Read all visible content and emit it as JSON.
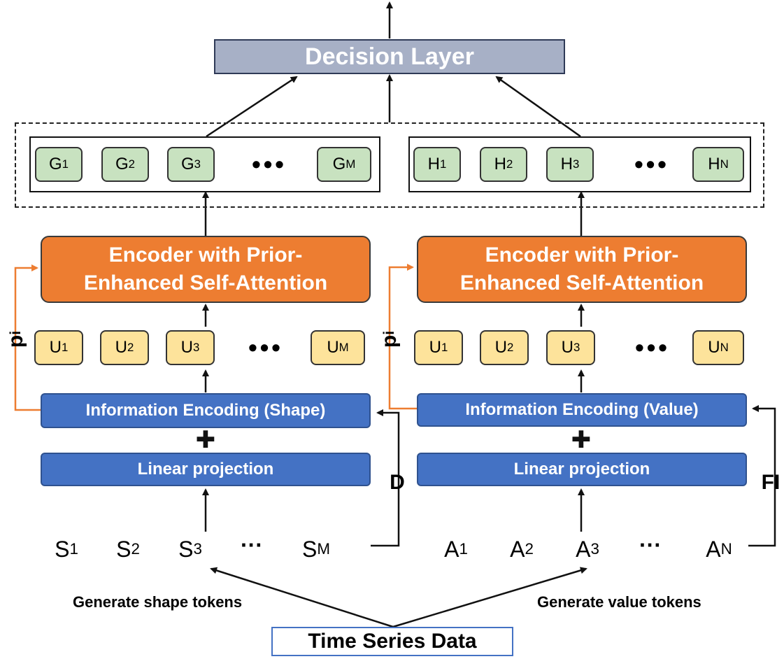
{
  "decision_layer": "Decision Layer",
  "shape_branch": {
    "g_tokens": [
      {
        "base": "G",
        "sub": "1"
      },
      {
        "base": "G",
        "sub": "2"
      },
      {
        "base": "G",
        "sub": "3"
      },
      {
        "base": "G",
        "sub": "M"
      }
    ],
    "g_dots": "•••",
    "encoder": {
      "line1": "Encoder with Prior-",
      "line2": "Enhanced Self-Attention"
    },
    "prior_label": {
      "base": "p",
      "sub": "i"
    },
    "u_tokens": [
      {
        "base": "U",
        "sub": "1"
      },
      {
        "base": "U",
        "sub": "2"
      },
      {
        "base": "U",
        "sub": "3"
      },
      {
        "base": "U",
        "sub": "M"
      }
    ],
    "u_dots": "•••",
    "info_encoding": "Information Encoding (Shape)",
    "plus": "✚",
    "linear_projection": "Linear projection",
    "side_label": "D",
    "seq_tokens": [
      {
        "base": "S",
        "sub": "1"
      },
      {
        "base": "S",
        "sub": "2"
      },
      {
        "base": "S",
        "sub": "3"
      },
      {
        "base": "S",
        "sub": "M"
      }
    ],
    "seq_dots": "···",
    "caption": "Generate shape tokens"
  },
  "value_branch": {
    "h_tokens": [
      {
        "base": "H",
        "sub": "1"
      },
      {
        "base": "H",
        "sub": "2"
      },
      {
        "base": "H",
        "sub": "3"
      },
      {
        "base": "H",
        "sub": "N"
      }
    ],
    "h_dots": "•••",
    "encoder": {
      "line1": "Encoder with Prior-",
      "line2": "Enhanced Self-Attention"
    },
    "prior_label": {
      "base": "p",
      "sub": "i"
    },
    "u_tokens": [
      {
        "base": "U",
        "sub": "1"
      },
      {
        "base": "U",
        "sub": "2"
      },
      {
        "base": "U",
        "sub": "3"
      },
      {
        "base": "U",
        "sub": "N"
      }
    ],
    "u_dots": "•••",
    "info_encoding": "Information Encoding (Value)",
    "plus": "✚",
    "linear_projection": "Linear projection",
    "side_label": "FI",
    "seq_tokens": [
      {
        "base": "A",
        "sub": "1"
      },
      {
        "base": "A",
        "sub": "2"
      },
      {
        "base": "A",
        "sub": "3"
      },
      {
        "base": "A",
        "sub": "N"
      }
    ],
    "seq_dots": "···",
    "caption": "Generate value tokens"
  },
  "time_series": "Time Series Data",
  "colors": {
    "encoder": "#ed7d31",
    "blue_box": "#4472c4",
    "g_token": "#c8e2c0",
    "u_token": "#fde39b",
    "decision": "#a7b0c6",
    "prior_arrow": "#ed7d31"
  }
}
